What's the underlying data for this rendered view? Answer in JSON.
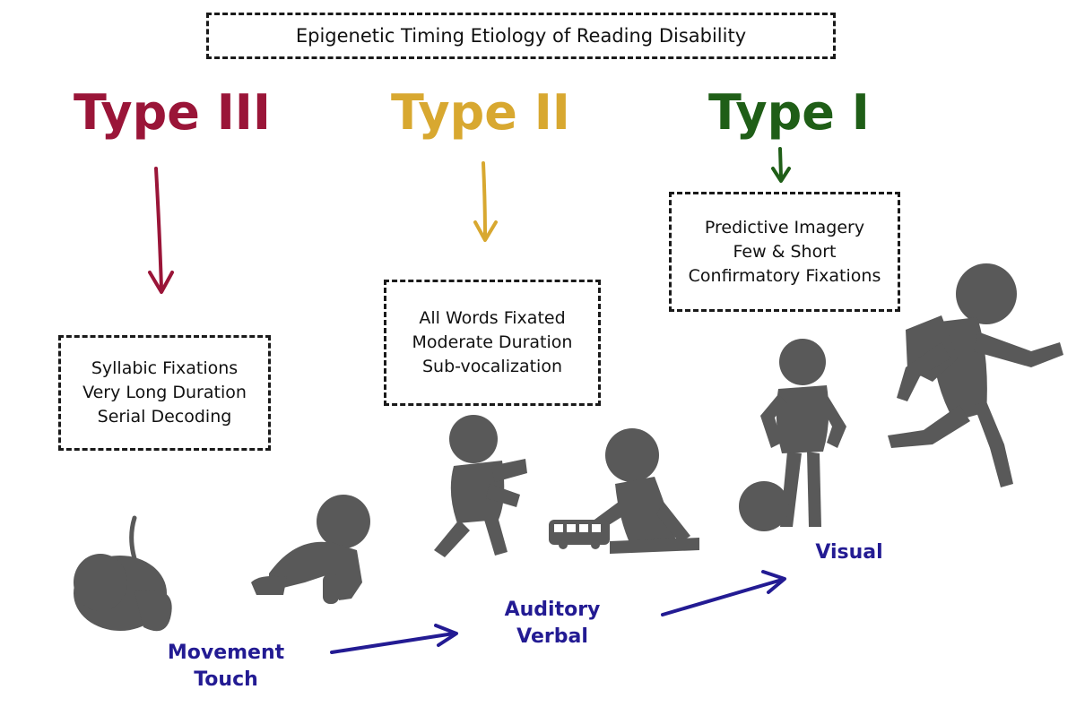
{
  "title": "Epigenetic Timing Etiology of Reading Disability",
  "colors": {
    "type3": "#9a1538",
    "type2": "#d8a830",
    "type1": "#1f5e17",
    "stage": "#231b93",
    "silhouette": "#595959"
  },
  "types": [
    {
      "key": "type3",
      "label": "Type III",
      "lines": [
        "Syllabic Fixations",
        "Very Long Duration",
        "Serial Decoding"
      ]
    },
    {
      "key": "type2",
      "label": "Type II",
      "lines": [
        "All Words Fixated",
        "Moderate Duration",
        "Sub-vocalization"
      ]
    },
    {
      "key": "type1",
      "label": "Type I",
      "lines": [
        "Predictive Imagery",
        "Few & Short",
        "Confirmatory Fixations"
      ]
    }
  ],
  "stages": [
    {
      "lines": [
        "Movement",
        "Touch"
      ]
    },
    {
      "lines": [
        "Auditory",
        "Verbal"
      ]
    },
    {
      "lines": [
        "Visual"
      ]
    }
  ],
  "figures": [
    "fetus-icon",
    "crawling-baby-icon",
    "toddler-walking-icon",
    "child-playing-with-toy-bus-icon",
    "child-with-ball-icon",
    "running-child-with-backpack-icon"
  ]
}
